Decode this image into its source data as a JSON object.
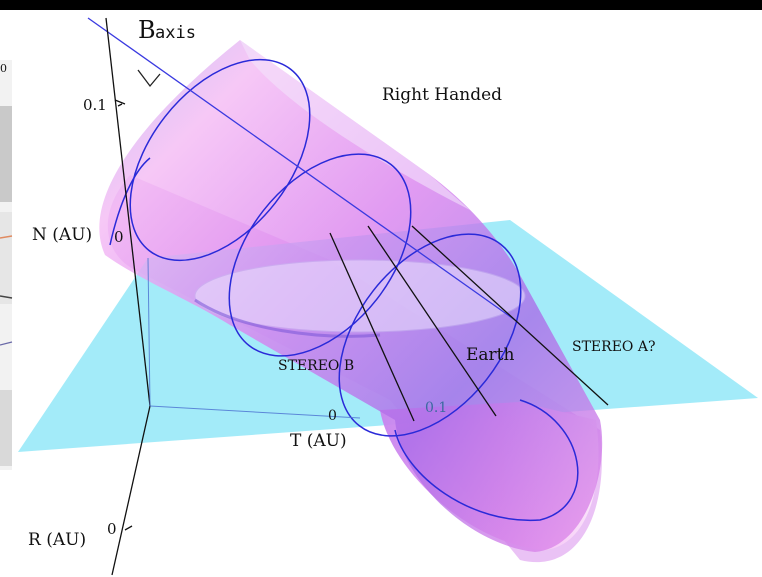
{
  "labels": {
    "b_axis_main": "B",
    "b_axis_sub": "axis",
    "handedness": "Right Handed",
    "stereo_b": "STEREO B",
    "earth": "Earth",
    "stereo_a": "STEREO A?",
    "n_axis": "N (AU)",
    "t_axis": "T (AU)",
    "r_axis": "R (AU)"
  },
  "ticks": {
    "b_axis_top": "0.1",
    "n_zero": "0",
    "t_zero": "0",
    "t_tenth": "0.1",
    "r_zero": "0",
    "partial_top": "0"
  },
  "colors": {
    "background": "#ffffff",
    "top_bar": "#000000",
    "plane": "#7fe3f7",
    "cylinder_light": "#f6d4f4",
    "cylinder_mid": "#e277ee",
    "cylinder_dark": "#8a58e8",
    "field_lines": "#2a2ad8",
    "axis_lines": "#111111"
  }
}
